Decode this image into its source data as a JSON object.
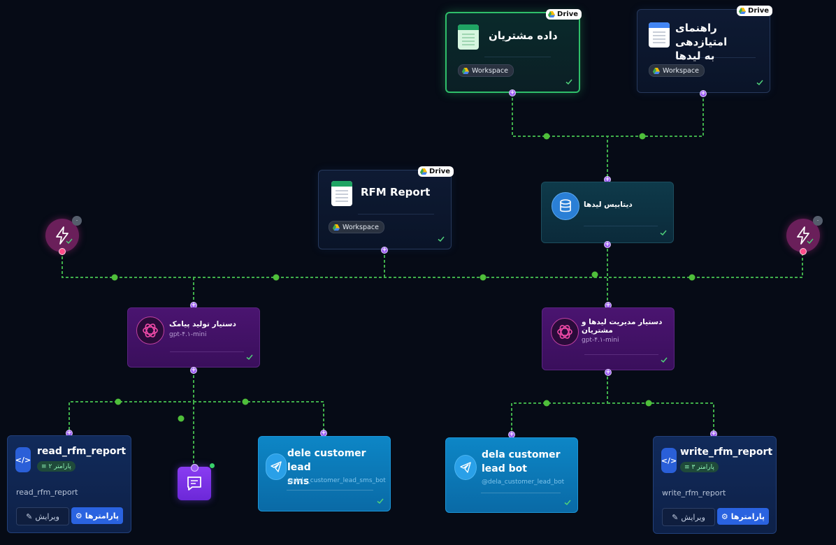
{
  "drive_badge": "Drive",
  "workspace_label": "Workspace",
  "nodes": {
    "customer_data": {
      "title": "داده مشتریان"
    },
    "scoring_guide": {
      "title_line1": "راهنمای امتیازدهی",
      "title_line2": "به لیدها"
    },
    "rfm_report": {
      "title": "RFM Report"
    },
    "leads_db": {
      "title": "دیتابیس لیدها"
    },
    "sms_agent": {
      "title": "دستیار تولید پیامک",
      "model": "gpt-۴.۱-mini"
    },
    "lead_agent": {
      "title_line1": "دستیار مدیریت لیدها و",
      "title_line2": "مشتریان",
      "model": "gpt-۴.۱-mini"
    },
    "read_tool": {
      "title": "read_rfm_report",
      "params": "پارامتر ۲",
      "description": "read_rfm_report",
      "edit_label": "ویرایش",
      "params_button": "پارامترها"
    },
    "write_tool": {
      "title": "write_rfm_report",
      "params": "پارامتر ۳",
      "description": "write_rfm_report",
      "edit_label": "ویرایش",
      "params_button": "پارامترها"
    },
    "sms_bot": {
      "title_line1": "dele customer lead",
      "title_line2": "sms",
      "handle": "@dele_customer_lead_sms_bot"
    },
    "lead_bot": {
      "title_line1": "dela customer",
      "title_line2": "lead bot",
      "handle": "@dela_customer_lead_bot"
    },
    "trigger_left": {
      "badge": "۰"
    },
    "trigger_right": {
      "badge": "۰"
    }
  },
  "colors": {
    "background": "#060b16",
    "edge": "#3fae4a",
    "port": "#9c5cf2",
    "selected_border": "#2fbf6a",
    "agent": "#4a1470",
    "telegram": "#0d86c6"
  },
  "icons": [
    "google-sheets-icon",
    "google-docs-icon",
    "google-drive-icon",
    "database-icon",
    "openai-icon",
    "lightning-icon",
    "code-icon",
    "telegram-icon",
    "chat-icon",
    "gear-icon",
    "pencil-icon",
    "check-icon"
  ]
}
